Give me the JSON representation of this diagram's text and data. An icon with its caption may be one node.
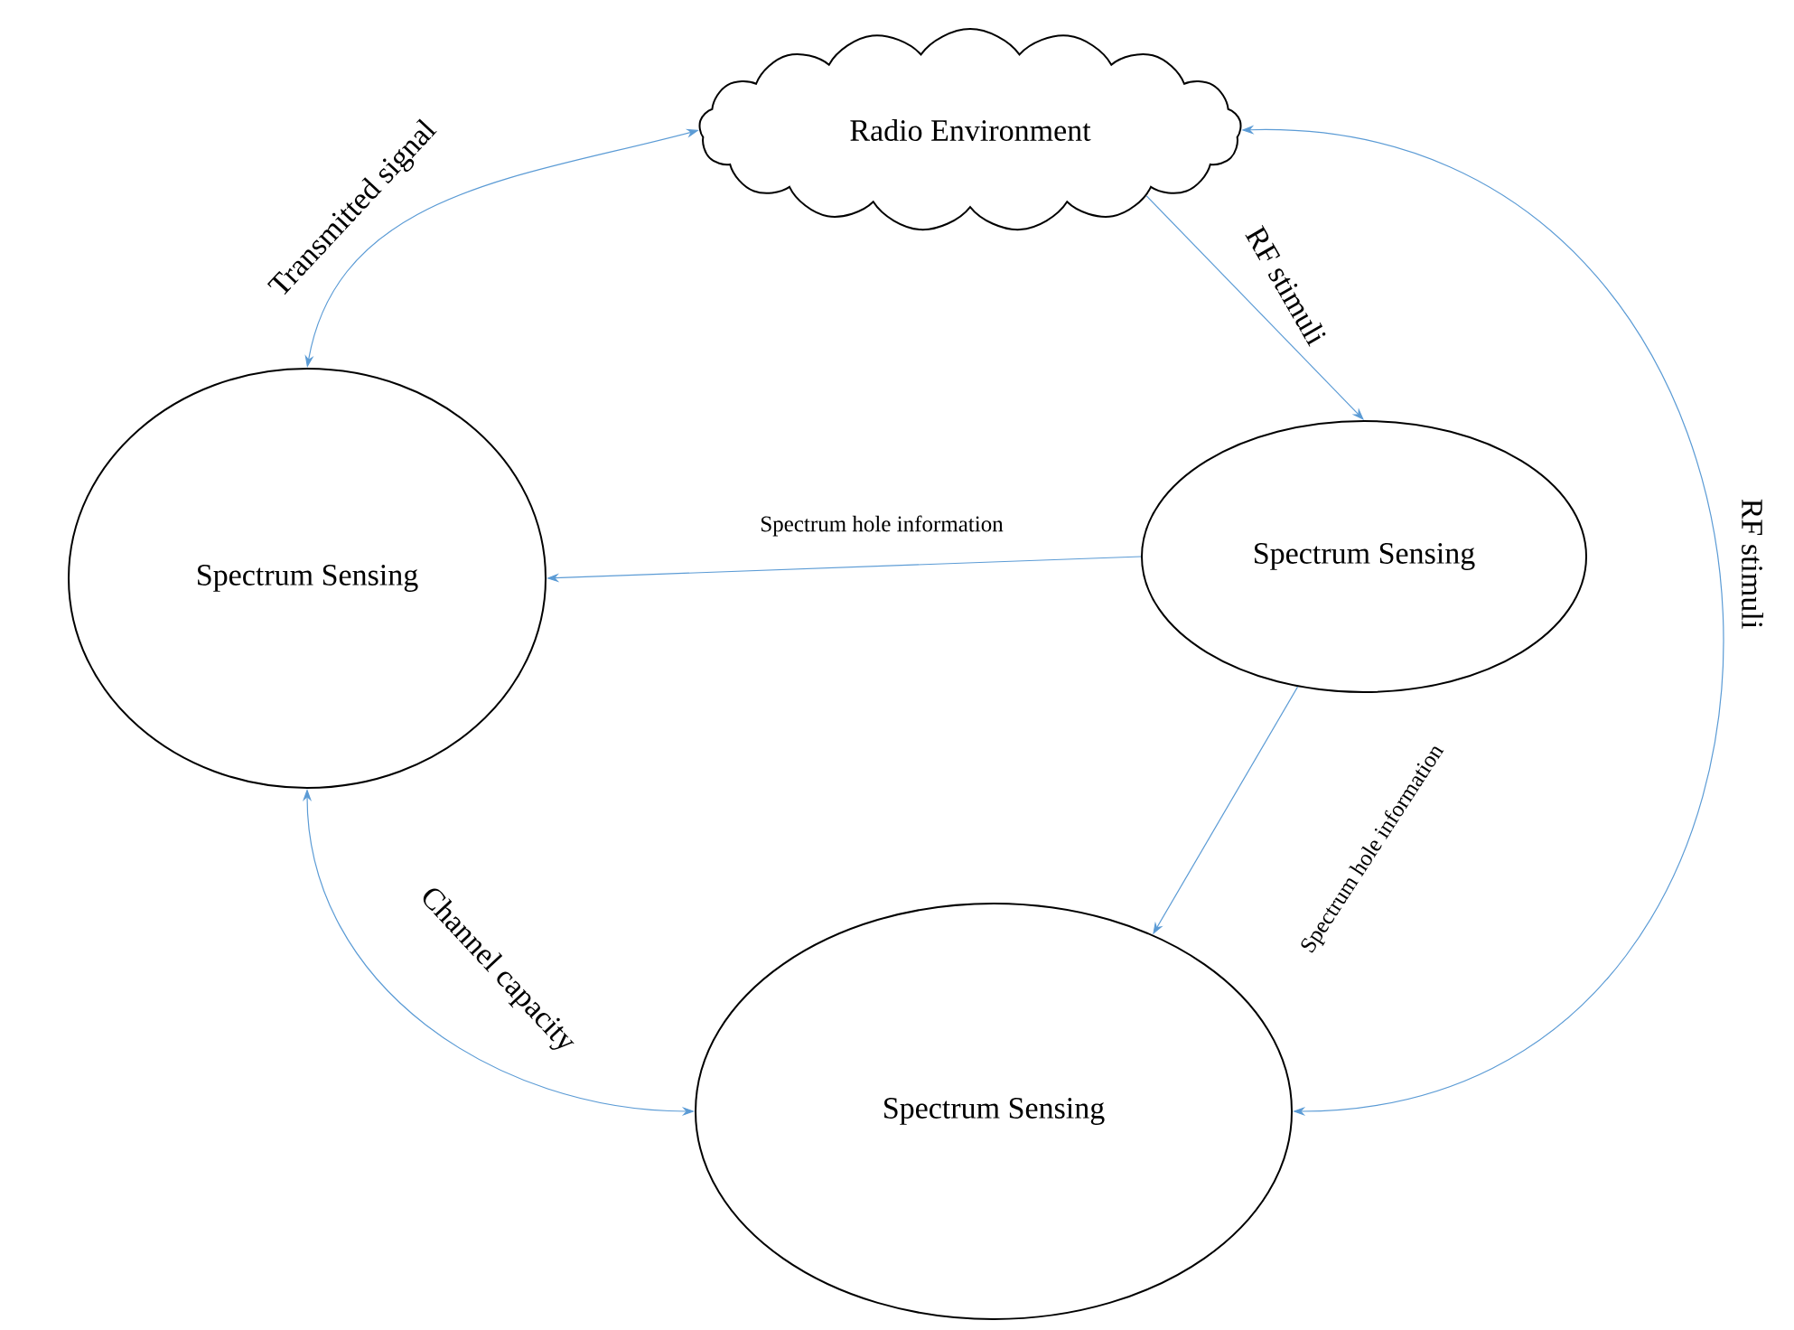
{
  "diagram": {
    "nodes": [
      {
        "text": [
          "Radio Environment"
        ]
      },
      {
        "text": [
          "Spectrum Sensing"
        ]
      },
      {
        "text": [
          "Spectrum Sensing"
        ]
      },
      {
        "text": [
          "Spectrum Sensing"
        ]
      }
    ],
    "edges": [
      {
        "from": 1,
        "to": 0,
        "arrow": "both",
        "label": "Transmitted signal"
      },
      {
        "from": 0,
        "to": 2,
        "arrow": "to",
        "label": "RF stimuli"
      },
      {
        "from": 2,
        "to": 1,
        "arrow": "to",
        "label": "Spectrum hole information"
      },
      {
        "from": 2,
        "to": 3,
        "arrow": "to",
        "label": "Spectrum hole information"
      },
      {
        "from": 1,
        "to": 3,
        "arrow": "both",
        "label": "Channel capacity"
      },
      {
        "from": 0,
        "to": 3,
        "arrow": "both",
        "label": "RF stimuli"
      }
    ]
  }
}
